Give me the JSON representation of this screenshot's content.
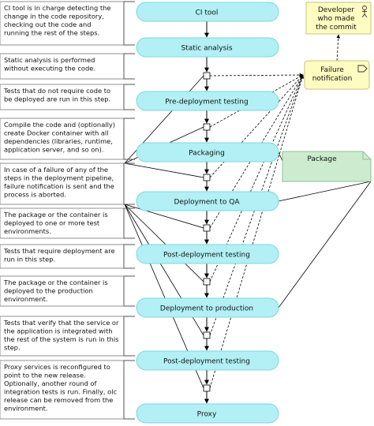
{
  "steps": [
    {
      "label": "CI tool"
    },
    {
      "label": "Static analysis"
    },
    {
      "label": "Pre-deployment testing"
    },
    {
      "label": "Packaging"
    },
    {
      "label": "Deployment to QA"
    },
    {
      "label": "Post-deployment testing"
    },
    {
      "label": "Deployment to production"
    },
    {
      "label": "Post-deployment testing"
    },
    {
      "label": "Proxy"
    }
  ],
  "notes": [
    {
      "lines": [
        "CI tool is in charge detecting the",
        "change in the code repository,",
        "checking out the code and",
        "running the rest of the steps."
      ]
    },
    {
      "lines": [
        "Static analysis is performed",
        "without executing the code."
      ]
    },
    {
      "lines": [
        "Tests that do not require code to",
        "be deployed are run in this step."
      ]
    },
    {
      "lines": [
        "Compile the code and (optionally)",
        "create Docker container with all",
        "dependencies (libraries, runtime,",
        "application server, and so on)."
      ]
    },
    {
      "lines": [
        "In case of a failure of any of the",
        "steps in the deployment pipeline,",
        "failure notification is sent and the",
        "process is aborted."
      ]
    },
    {
      "lines": [
        "The package or the container is",
        "deployed to one or more test",
        "environments."
      ]
    },
    {
      "lines": [
        "Tests that require deployment are",
        "run in this step."
      ]
    },
    {
      "lines": [
        "The package or the container is",
        "deployed to the production",
        "environment."
      ]
    },
    {
      "lines": [
        "Tests that verify that the service or",
        "the application is integrated with",
        "the rest of the system is run in this",
        "step."
      ]
    },
    {
      "lines": [
        "Proxy services is reconfigured to",
        "point to the new release.",
        "Optionally, another round of",
        "integration tests is run. Finally, olc",
        "release can be removed from the",
        "environment."
      ]
    }
  ],
  "developer": {
    "lines": [
      "Developer",
      "who made",
      "the commit"
    ],
    "icon": "actor-icon"
  },
  "failure": {
    "lines": [
      "Failure",
      "notification"
    ],
    "icon": "send-signal-icon"
  },
  "package": {
    "label": "Package"
  },
  "colors": {
    "step_fill": "#b2f0f5",
    "step_stroke": "#7fd6df",
    "yellow_fill": "#fefcc0",
    "yellow_stroke": "#c8c47a",
    "package_fill": "#cdeccf",
    "package_stroke": "#8fbf8f"
  }
}
